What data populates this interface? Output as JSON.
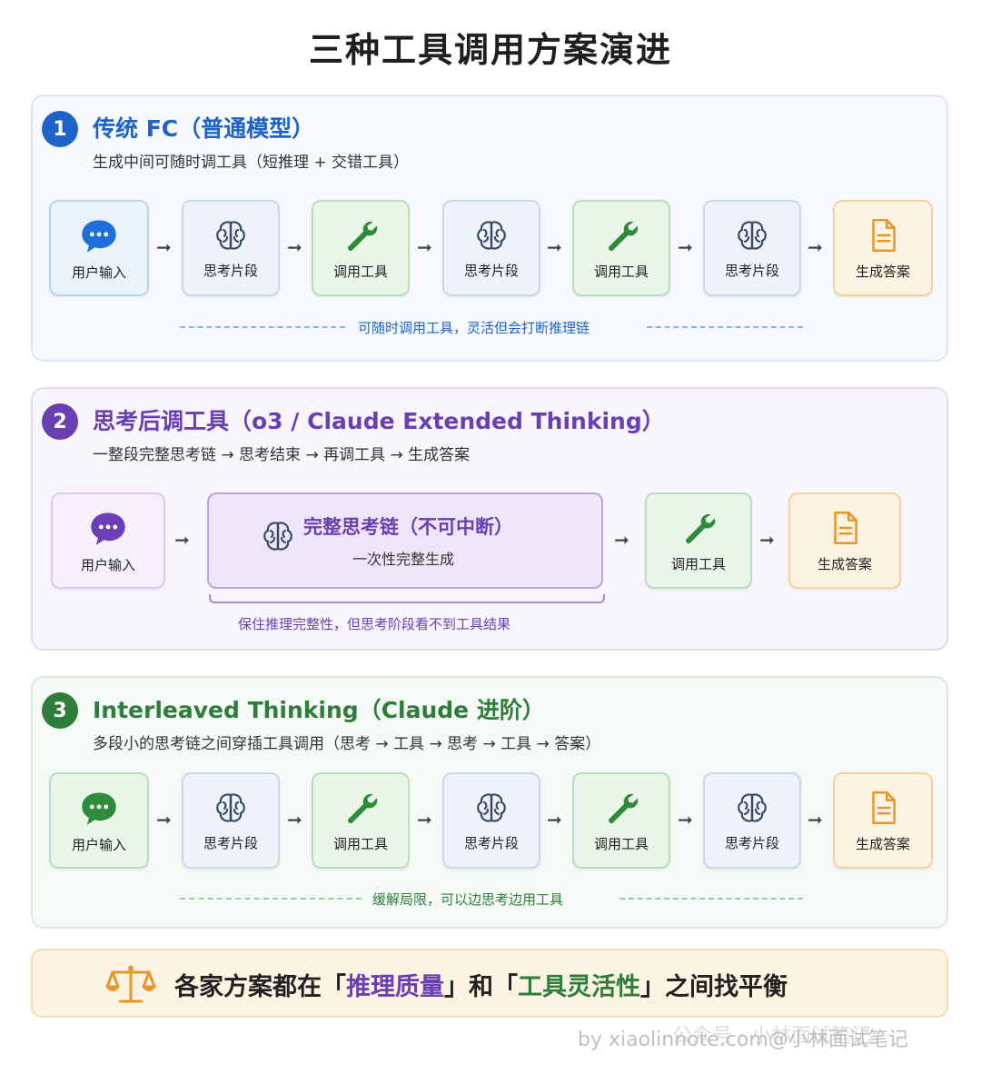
{
  "title": "三种工具调用方案演进",
  "colors": {
    "blue": "#1e63c8",
    "purple": "#6a3fb0",
    "green": "#2e7d3b",
    "orange": "#f0a030"
  },
  "section1": {
    "number": "1",
    "heading": "传统 FC（普通模型）",
    "subtitle": "生成中间可随时调工具（短推理 + 交错工具）",
    "steps": [
      {
        "label": "用户输入",
        "icon": "chat-bubble-icon"
      },
      {
        "label": "思考片段",
        "icon": "brain-icon"
      },
      {
        "label": "调用工具",
        "icon": "wrench-icon"
      },
      {
        "label": "思考片段",
        "icon": "brain-icon"
      },
      {
        "label": "调用工具",
        "icon": "wrench-icon"
      },
      {
        "label": "思考片段",
        "icon": "brain-icon"
      },
      {
        "label": "生成答案",
        "icon": "document-icon"
      }
    ],
    "note": "可随时调用工具，灵活但会打断推理链"
  },
  "section2": {
    "number": "2",
    "heading": "思考后调工具（o3 / Claude Extended Thinking）",
    "subtitle": "一整段完整思考链 → 思考结束 → 再调工具 → 生成答案",
    "input_label": "用户输入",
    "big_title": "完整思考链（不可中断）",
    "big_sub": "一次性完整生成",
    "tool_label": "调用工具",
    "answer_label": "生成答案",
    "note": "保住推理完整性，但思考阶段看不到工具结果"
  },
  "section3": {
    "number": "3",
    "heading": "Interleaved Thinking（Claude 进阶）",
    "subtitle": "多段小的思考链之间穿插工具调用（思考 → 工具 → 思考 → 工具 → 答案）",
    "steps": [
      {
        "label": "用户输入",
        "icon": "chat-bubble-icon"
      },
      {
        "label": "思考片段",
        "icon": "brain-icon"
      },
      {
        "label": "调用工具",
        "icon": "wrench-icon"
      },
      {
        "label": "思考片段",
        "icon": "brain-icon"
      },
      {
        "label": "调用工具",
        "icon": "wrench-icon"
      },
      {
        "label": "思考片段",
        "icon": "brain-icon"
      },
      {
        "label": "生成答案",
        "icon": "document-icon"
      }
    ],
    "note": "缓解局限，可以边思考边用工具"
  },
  "footer": {
    "prefix": "各家方案都在「",
    "term1": "推理质量",
    "middle": "」和「",
    "term2": "工具灵活性",
    "suffix": "」之间找平衡",
    "icon": "balance-scale-icon"
  },
  "watermark": {
    "line1": "公众号 · 小林面试笔记",
    "line2": "by xiaolinnote.com@小林面试笔记"
  }
}
